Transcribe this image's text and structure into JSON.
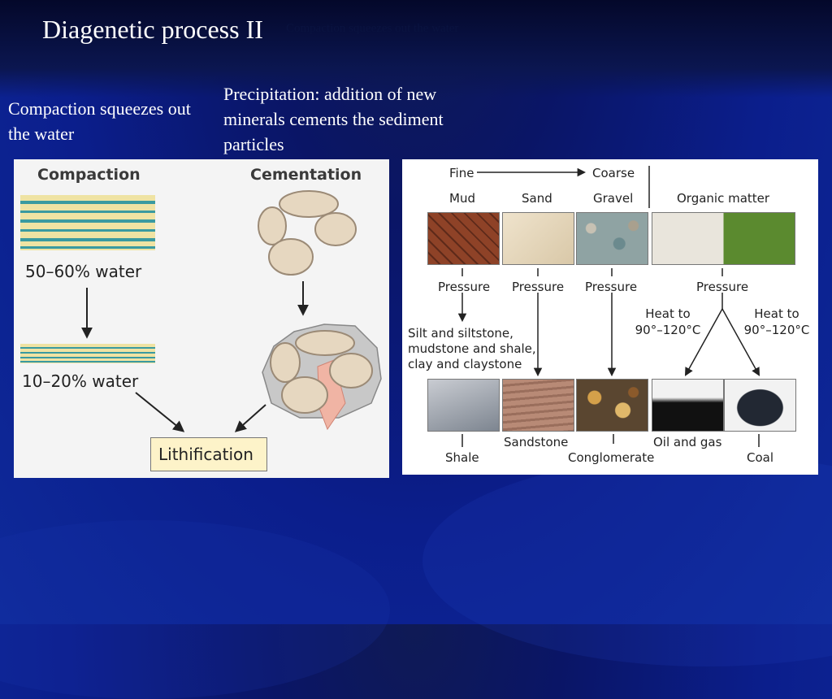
{
  "slide": {
    "title": "Diagenetic process II",
    "ghost_subtitle": "Compaction squeezes out the water",
    "compaction_label": "Compaction squeezes out the water",
    "precipitation_label": "Precipitation: addition of new minerals cements the sediment particles"
  },
  "left_panel": {
    "compaction_header": "Compaction",
    "cementation_header": "Cementation",
    "water_before": "50–60% water",
    "water_after": "10–20% water",
    "result": "Lithification"
  },
  "right_panel": {
    "fine": "Fine",
    "coarse": "Coarse",
    "sediments": [
      "Mud",
      "Sand",
      "Gravel",
      "Organic matter"
    ],
    "pressure": "Pressure",
    "heat": "Heat to 90°–120°C",
    "silt_note": "Silt and siltstone, mudstone and shale, clay and claystone",
    "rocks": [
      "Shale",
      "Sandstone",
      "Conglomerate",
      "Oil and gas",
      "Coal"
    ]
  },
  "colors": {
    "background": "#0b1e8c",
    "lithification_box": "#fdf3c9",
    "layer_yellow": "#efe3a3",
    "layer_teal": "#3a9aa0",
    "cement_pink": "#f0b4a4"
  }
}
